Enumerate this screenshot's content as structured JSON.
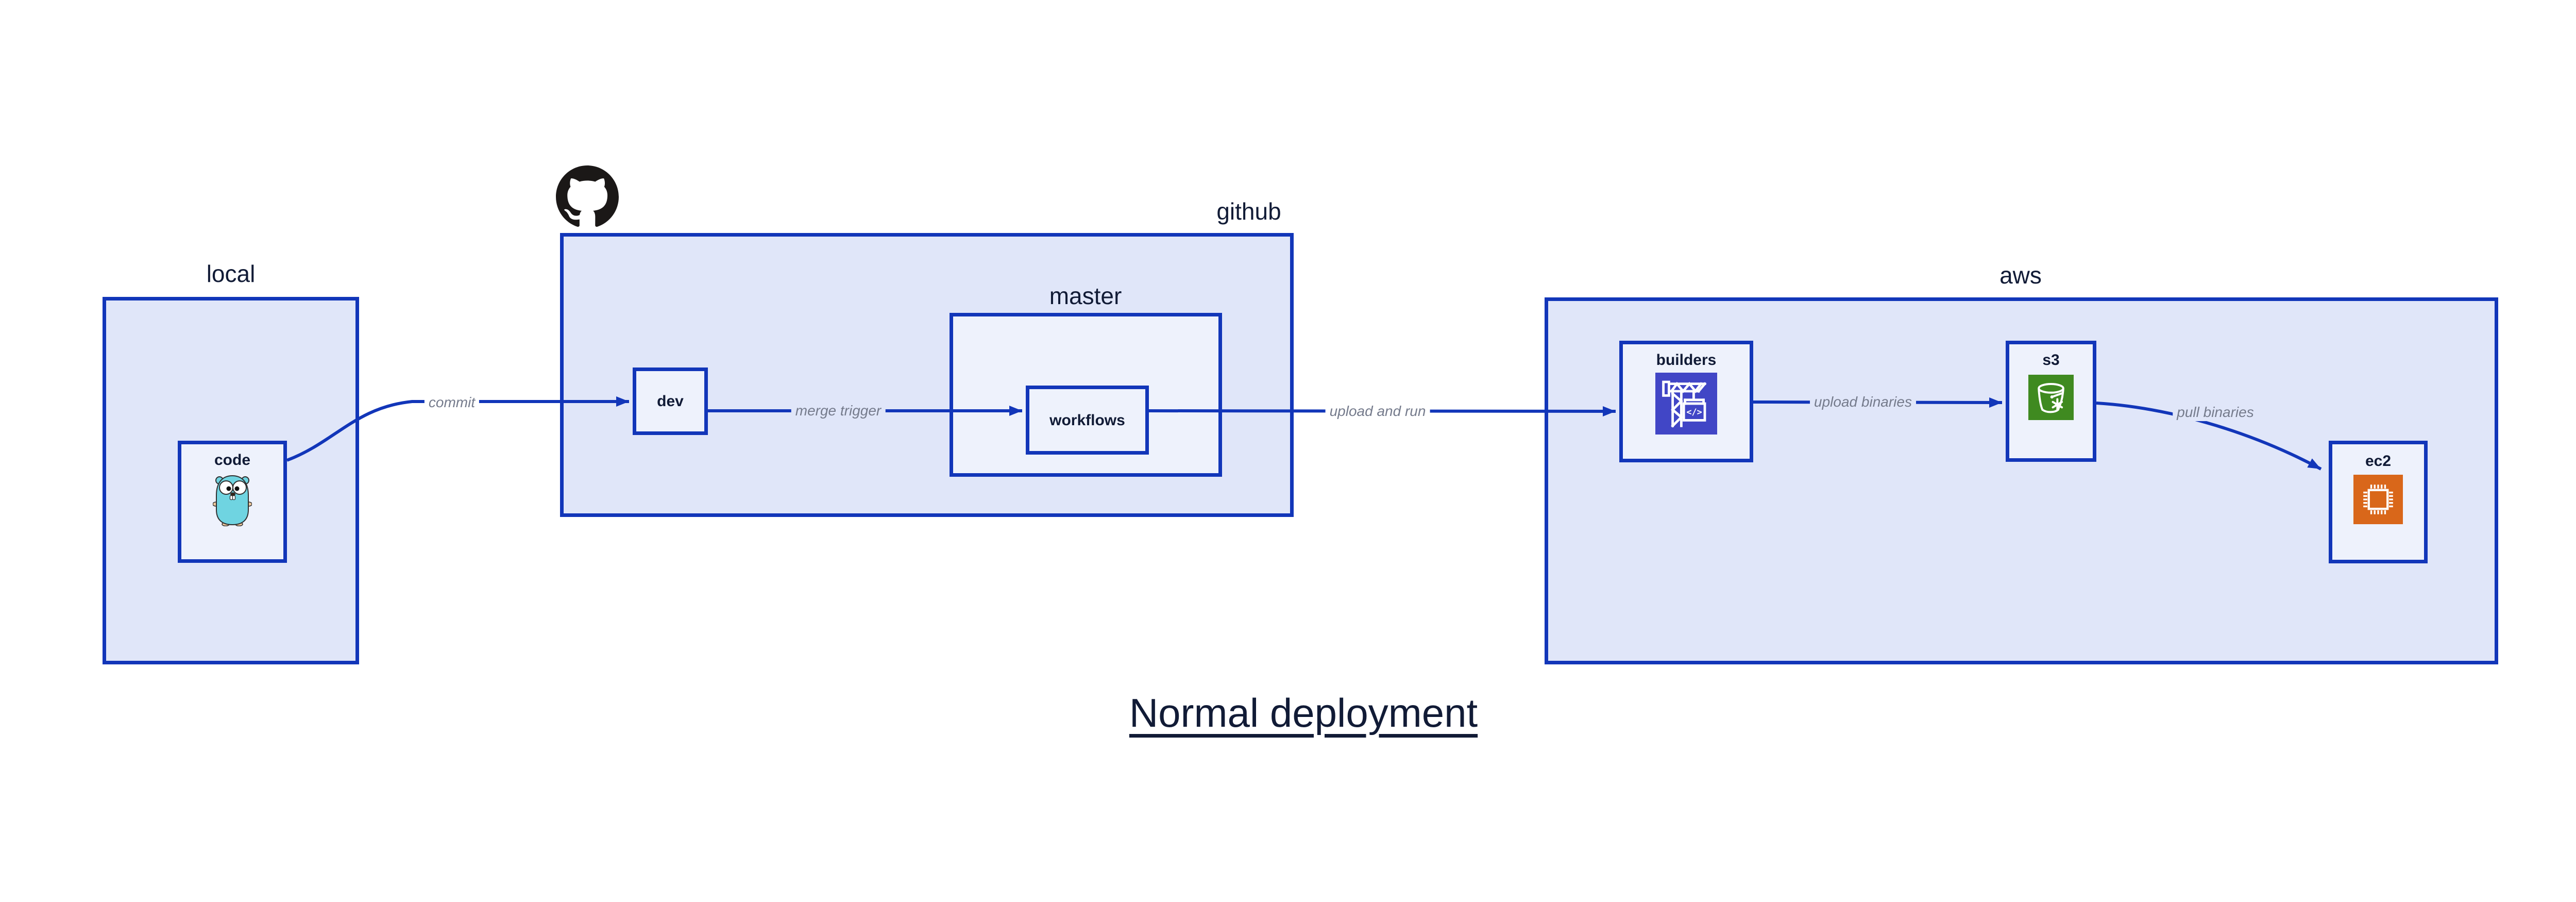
{
  "diagram": {
    "title": "Normal deployment",
    "groups": [
      {
        "id": "local",
        "label": "local"
      },
      {
        "id": "github",
        "label": "github"
      },
      {
        "id": "master",
        "label": "master"
      },
      {
        "id": "aws",
        "label": "aws"
      }
    ],
    "nodes": [
      {
        "id": "code",
        "label": "code",
        "icon": "go-gopher-icon"
      },
      {
        "id": "dev",
        "label": "dev"
      },
      {
        "id": "workflows",
        "label": "workflows"
      },
      {
        "id": "builders",
        "label": "builders",
        "icon": "codebuild-crane-icon"
      },
      {
        "id": "s3",
        "label": "s3",
        "icon": "s3-bucket-icon"
      },
      {
        "id": "ec2",
        "label": "ec2",
        "icon": "ec2-chip-icon"
      }
    ],
    "edges": [
      {
        "from": "code",
        "to": "dev",
        "label": "commit"
      },
      {
        "from": "dev",
        "to": "workflows",
        "label": "merge trigger"
      },
      {
        "from": "workflows",
        "to": "builders",
        "label": "upload and run"
      },
      {
        "from": "builders",
        "to": "s3",
        "label": "upload binaries"
      },
      {
        "from": "s3",
        "to": "ec2",
        "label": "pull binaries"
      }
    ],
    "icons": {
      "github_logo": "octocat",
      "codebuild_glyph": "</>"
    },
    "colors": {
      "border_blue": "#1236b9",
      "fill_outer": "#e0e6f9",
      "fill_inner": "#eef2fc",
      "label_dark": "#111b36",
      "edge_label_gray": "#757b8c",
      "codebuild_indigo": "#4146c6",
      "s3_green": "#3f8a20",
      "ec2_orange": "#d9671a",
      "octocat_black": "#1b1817",
      "gopher_teal": "#6fd4e1",
      "background": "#ffffff"
    }
  }
}
